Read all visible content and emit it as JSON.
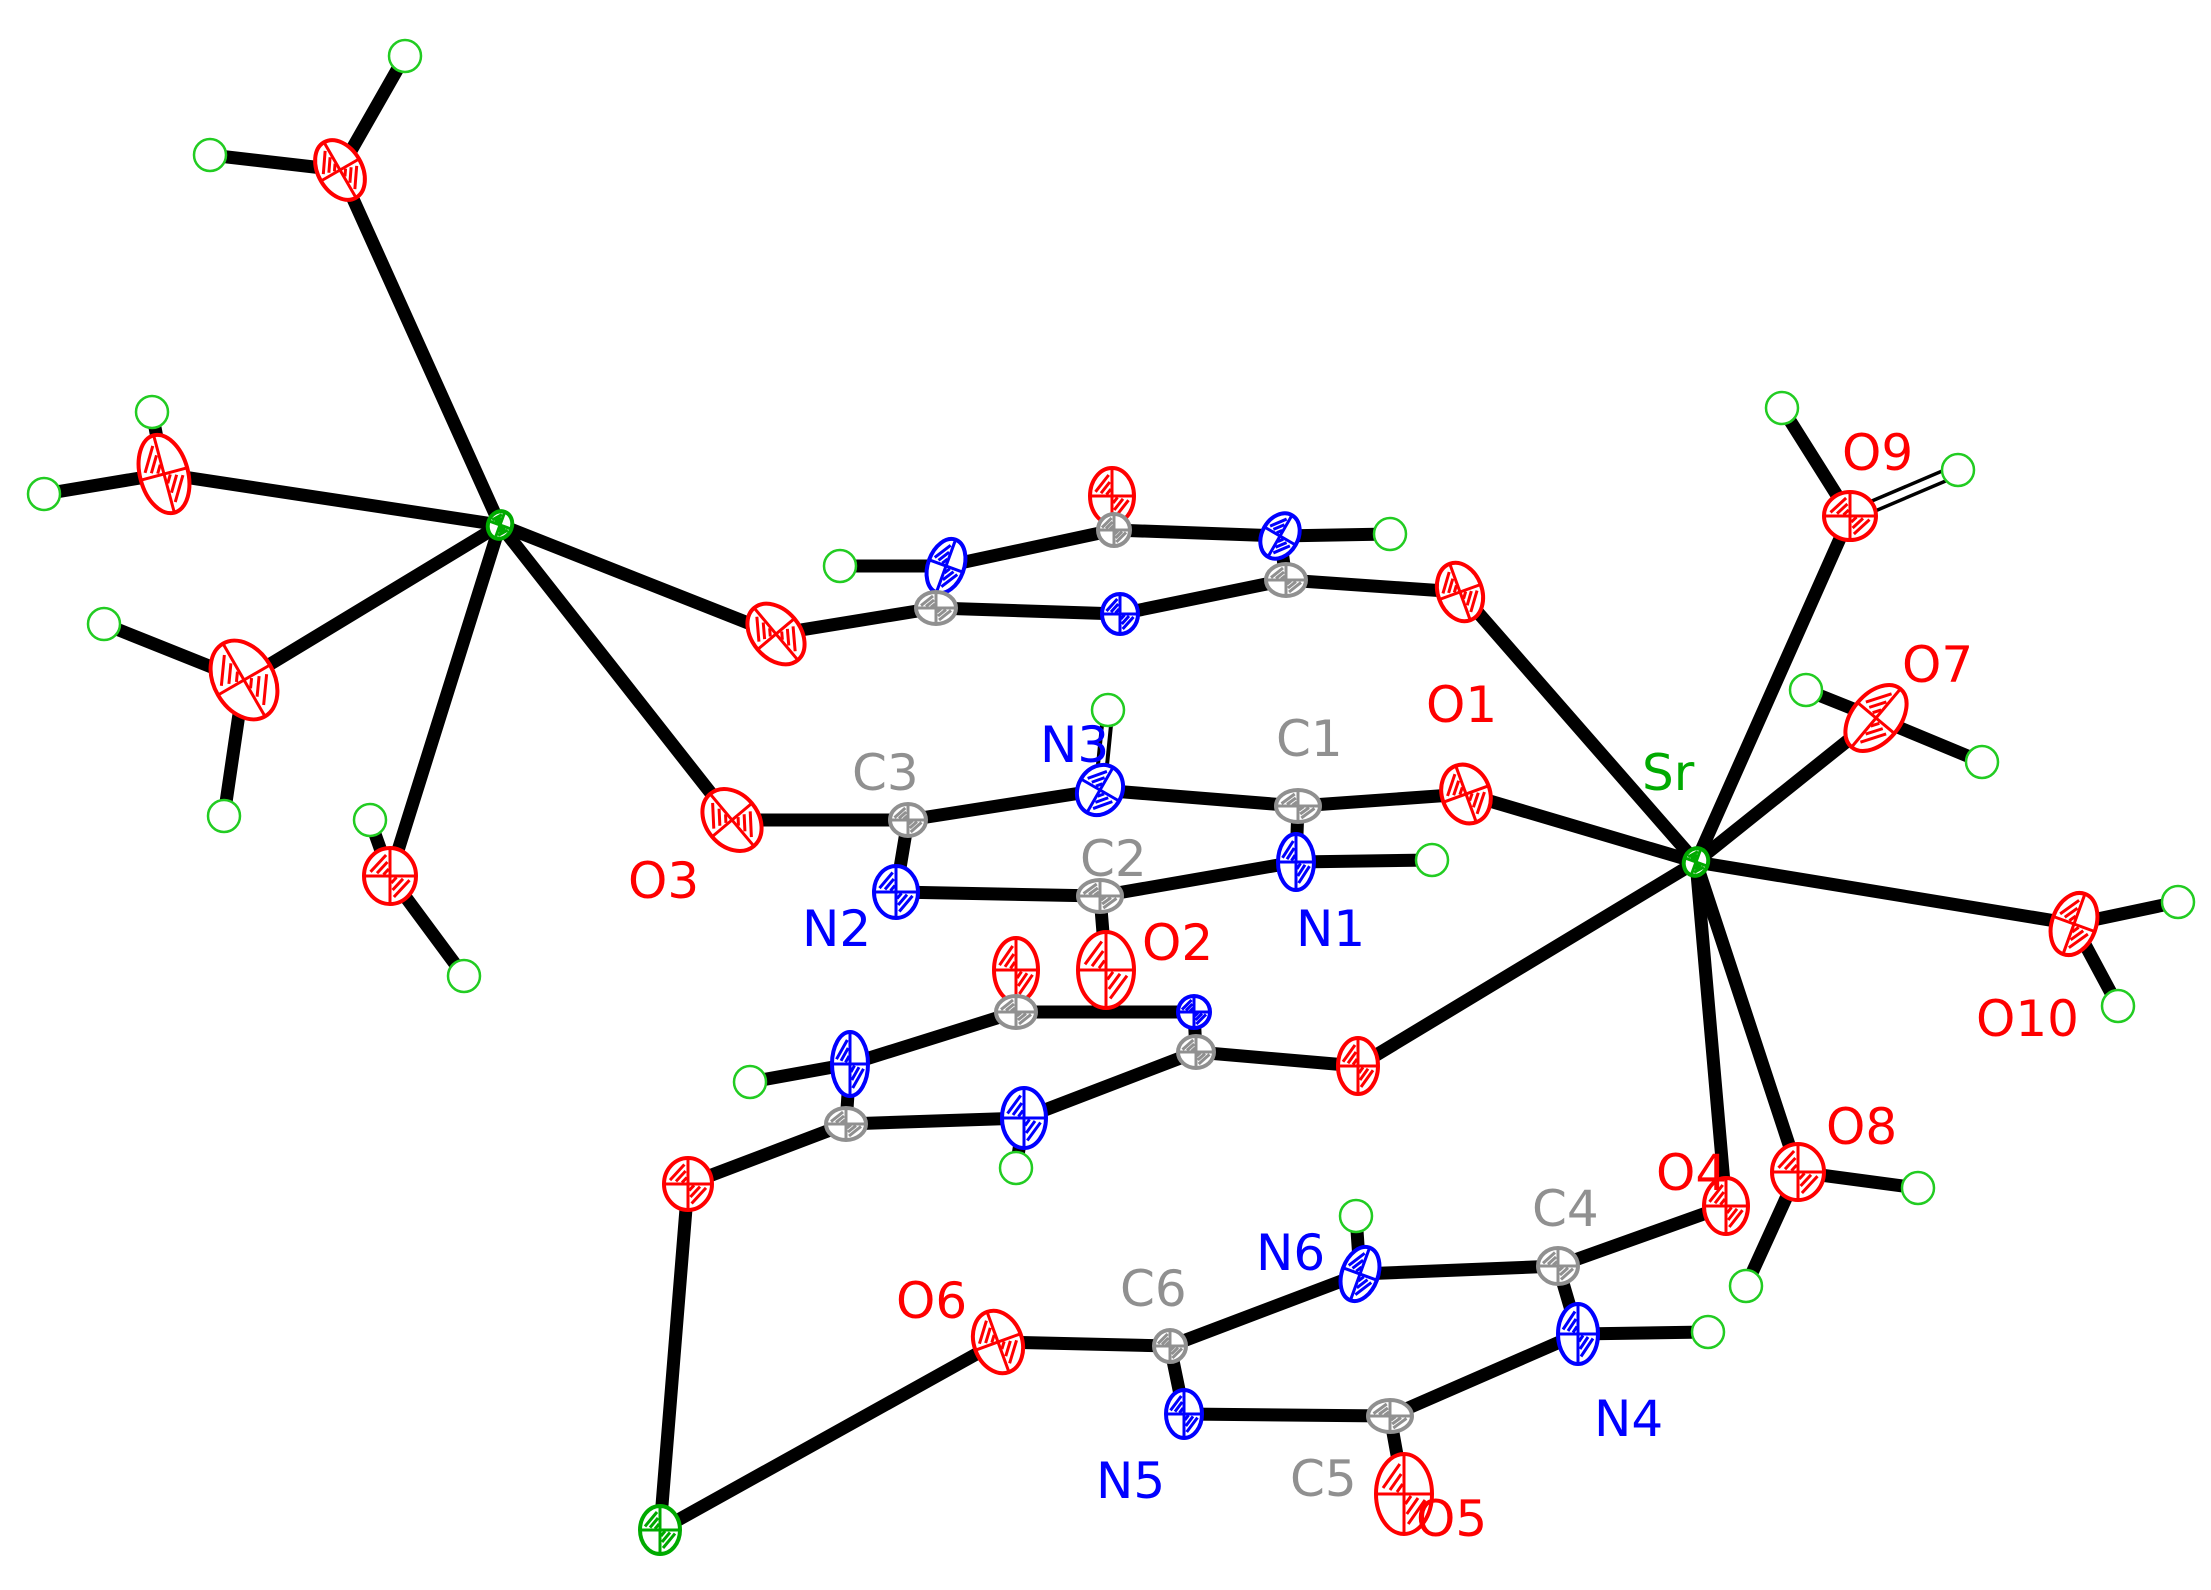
{
  "diagram": {
    "colors": {
      "bond": "#000000",
      "O": "#ff0000",
      "N": "#0000ff",
      "C": "#909090",
      "Sr": "#00aa00",
      "H": "#22cc22",
      "label_O": "#ff0000",
      "label_N": "#0000ff",
      "label_C": "#909090",
      "label_Sr": "#00aa00"
    },
    "labels": [
      {
        "id": "sr",
        "text": "Sr",
        "element": "Sr"
      },
      {
        "id": "o1",
        "text": "O1",
        "element": "O"
      },
      {
        "id": "o2",
        "text": "O2",
        "element": "O"
      },
      {
        "id": "o3",
        "text": "O3",
        "element": "O"
      },
      {
        "id": "o4",
        "text": "O4",
        "element": "O"
      },
      {
        "id": "o5",
        "text": "O5",
        "element": "O"
      },
      {
        "id": "o6",
        "text": "O6",
        "element": "O"
      },
      {
        "id": "o7",
        "text": "O7",
        "element": "O"
      },
      {
        "id": "o8",
        "text": "O8",
        "element": "O"
      },
      {
        "id": "o9",
        "text": "O9",
        "element": "O"
      },
      {
        "id": "o10",
        "text": "O10",
        "element": "O"
      },
      {
        "id": "n1",
        "text": "N1",
        "element": "N"
      },
      {
        "id": "n2",
        "text": "N2",
        "element": "N"
      },
      {
        "id": "n3",
        "text": "N3",
        "element": "N"
      },
      {
        "id": "n4",
        "text": "N4",
        "element": "N"
      },
      {
        "id": "n5",
        "text": "N5",
        "element": "N"
      },
      {
        "id": "n6",
        "text": "N6",
        "element": "N"
      },
      {
        "id": "c1",
        "text": "C1",
        "element": "C"
      },
      {
        "id": "c2",
        "text": "C2",
        "element": "C"
      },
      {
        "id": "c3",
        "text": "C3",
        "element": "C"
      },
      {
        "id": "c4",
        "text": "C4",
        "element": "C"
      },
      {
        "id": "c5",
        "text": "C5",
        "element": "C"
      },
      {
        "id": "c6",
        "text": "C6",
        "element": "C"
      }
    ]
  }
}
